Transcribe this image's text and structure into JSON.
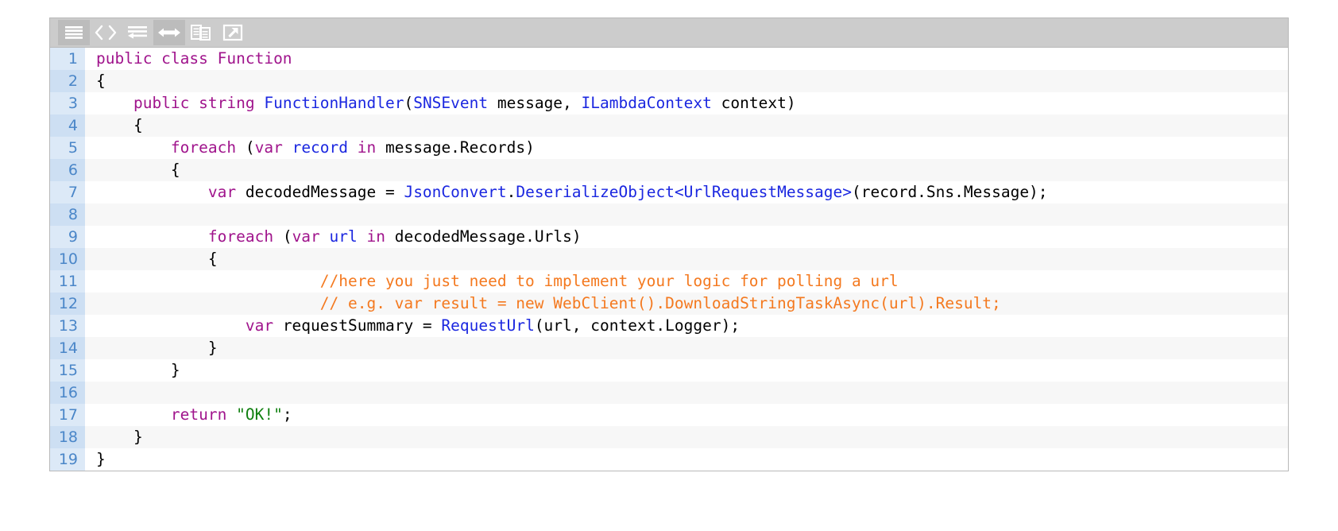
{
  "widget": {
    "title": "code-viewer",
    "colors": {
      "toolbar_bg": "#cccccc",
      "toolbar_active_bg": "#bcbcbc",
      "gutter_bg_odd": "#dce9f7",
      "gutter_bg_even": "#cddff3",
      "line_number": "#4a86c8",
      "row_bg_odd": "#ffffff",
      "row_bg_even": "#f7f7f7",
      "border": "#b9b9b9",
      "keyword": "#a0148c",
      "type": "#1b27e0",
      "comment": "#f4791f",
      "string": "#108010",
      "plain": "#000000"
    }
  },
  "toolbar": {
    "buttons": [
      {
        "name": "plain-text-icon",
        "label": "Plain text view",
        "active": true
      },
      {
        "name": "code-brackets-icon",
        "label": "Code view",
        "active": false
      },
      {
        "name": "word-wrap-icon",
        "label": "Toggle word wrap",
        "active": false
      },
      {
        "name": "expand-width-icon",
        "label": "Expand width",
        "active": true
      },
      {
        "name": "copy-icon",
        "label": "Copy to clipboard",
        "active": false
      },
      {
        "name": "open-external-icon",
        "label": "Open in new window",
        "active": false
      }
    ]
  },
  "code": {
    "language": "csharp",
    "line_count": 19,
    "lines": [
      {
        "n": 1,
        "tokens": [
          {
            "c": "k",
            "v": "public class "
          },
          {
            "c": "k",
            "v": "Function"
          }
        ]
      },
      {
        "n": 2,
        "tokens": [
          {
            "c": "p",
            "v": "{"
          }
        ]
      },
      {
        "n": 3,
        "tokens": [
          {
            "c": "p",
            "v": "    "
          },
          {
            "c": "k",
            "v": "public string "
          },
          {
            "c": "t",
            "v": "FunctionHandler"
          },
          {
            "c": "p",
            "v": "("
          },
          {
            "c": "t",
            "v": "SNSEvent"
          },
          {
            "c": "p",
            "v": " message, "
          },
          {
            "c": "t",
            "v": "ILambdaContext"
          },
          {
            "c": "p",
            "v": " context)"
          }
        ]
      },
      {
        "n": 4,
        "tokens": [
          {
            "c": "p",
            "v": "    {"
          }
        ]
      },
      {
        "n": 5,
        "tokens": [
          {
            "c": "p",
            "v": "        "
          },
          {
            "c": "k",
            "v": "foreach"
          },
          {
            "c": "p",
            "v": " ("
          },
          {
            "c": "k",
            "v": "var"
          },
          {
            "c": "p",
            "v": " "
          },
          {
            "c": "t",
            "v": "record"
          },
          {
            "c": "p",
            "v": " "
          },
          {
            "c": "k",
            "v": "in"
          },
          {
            "c": "p",
            "v": " message.Records)"
          }
        ]
      },
      {
        "n": 6,
        "tokens": [
          {
            "c": "p",
            "v": "        {"
          }
        ]
      },
      {
        "n": 7,
        "tokens": [
          {
            "c": "p",
            "v": "            "
          },
          {
            "c": "k",
            "v": "var"
          },
          {
            "c": "p",
            "v": " decodedMessage = "
          },
          {
            "c": "t",
            "v": "JsonConvert"
          },
          {
            "c": "p",
            "v": "."
          },
          {
            "c": "t",
            "v": "DeserializeObject"
          },
          {
            "c": "t",
            "v": "<UrlRequestMessage>"
          },
          {
            "c": "p",
            "v": "(record.Sns.Message);"
          }
        ]
      },
      {
        "n": 8,
        "tokens": [
          {
            "c": "p",
            "v": ""
          }
        ]
      },
      {
        "n": 9,
        "tokens": [
          {
            "c": "p",
            "v": "            "
          },
          {
            "c": "k",
            "v": "foreach"
          },
          {
            "c": "p",
            "v": " ("
          },
          {
            "c": "k",
            "v": "var"
          },
          {
            "c": "p",
            "v": " "
          },
          {
            "c": "t",
            "v": "url"
          },
          {
            "c": "p",
            "v": " "
          },
          {
            "c": "k",
            "v": "in"
          },
          {
            "c": "p",
            "v": " decodedMessage.Urls)"
          }
        ]
      },
      {
        "n": 10,
        "tokens": [
          {
            "c": "p",
            "v": "            {"
          }
        ]
      },
      {
        "n": 11,
        "tokens": [
          {
            "c": "p",
            "v": "                        "
          },
          {
            "c": "c",
            "v": "//here you just need to implement your logic for polling a url"
          }
        ]
      },
      {
        "n": 12,
        "tokens": [
          {
            "c": "p",
            "v": "                        "
          },
          {
            "c": "c",
            "v": "// e.g. var result = new WebClient().DownloadStringTaskAsync(url).Result;"
          }
        ]
      },
      {
        "n": 13,
        "tokens": [
          {
            "c": "p",
            "v": "                "
          },
          {
            "c": "k",
            "v": "var"
          },
          {
            "c": "p",
            "v": " requestSummary = "
          },
          {
            "c": "t",
            "v": "RequestUrl"
          },
          {
            "c": "p",
            "v": "(url, context.Logger);"
          }
        ]
      },
      {
        "n": 14,
        "tokens": [
          {
            "c": "p",
            "v": "            }"
          }
        ]
      },
      {
        "n": 15,
        "tokens": [
          {
            "c": "p",
            "v": "        }"
          }
        ]
      },
      {
        "n": 16,
        "tokens": [
          {
            "c": "p",
            "v": ""
          }
        ]
      },
      {
        "n": 17,
        "tokens": [
          {
            "c": "p",
            "v": "        "
          },
          {
            "c": "k",
            "v": "return"
          },
          {
            "c": "p",
            "v": " "
          },
          {
            "c": "s",
            "v": "\"OK!\""
          },
          {
            "c": "p",
            "v": ";"
          }
        ]
      },
      {
        "n": 18,
        "tokens": [
          {
            "c": "p",
            "v": "    }"
          }
        ]
      },
      {
        "n": 19,
        "tokens": [
          {
            "c": "p",
            "v": "}"
          }
        ]
      }
    ]
  }
}
